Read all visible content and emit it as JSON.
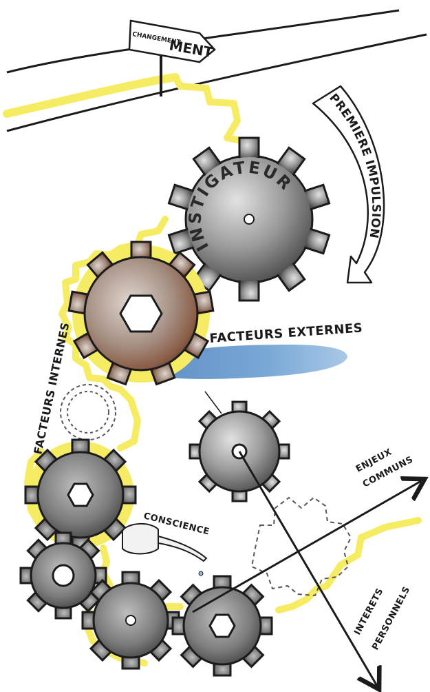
{
  "sign": {
    "text_small": "CHANGEMENT",
    "text_large": "MENT"
  },
  "labels": {
    "premiere_impulsion": "PREMIERE IMPULSION",
    "instigateur": "INSTIGATEUR",
    "facteurs_externes": "FACTEURS EXTERNES",
    "facteurs_internes": "FACTEURS INTERNES",
    "conscience": "CONSCIENCE",
    "enjeux": "ENJEUX",
    "communs": "COMMUNS",
    "interets": "INTERETS",
    "personnels": "PERSONNELS"
  },
  "colors": {
    "highlight": "#f6ec63",
    "outline": "#1b1b1b",
    "water": "#6f9fd0",
    "gear_dark": "#5a5a5a",
    "gear_mid": "#8c8c8c",
    "gear_light": "#c9c9c9",
    "rust": "#a9745a"
  }
}
